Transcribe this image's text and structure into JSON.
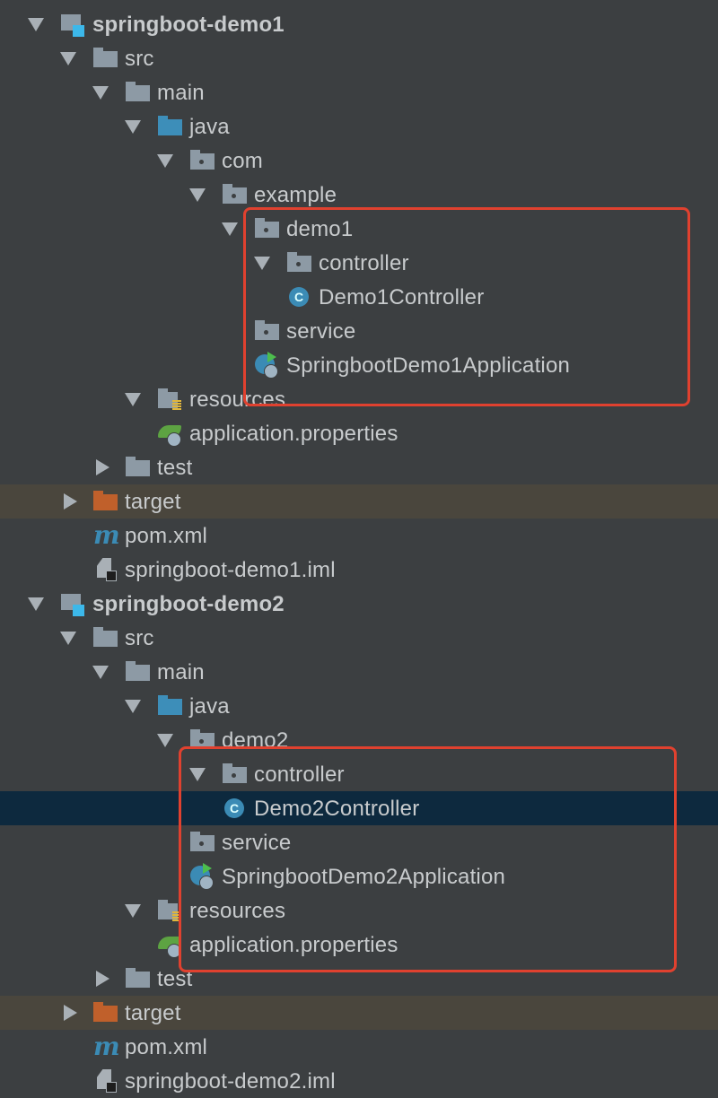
{
  "colors": {
    "highlight_box": "#e0412f",
    "selected_row": "#0d293e",
    "excluded_row": "#4a463d"
  },
  "tree": [
    {
      "level": 0,
      "arrow": "open",
      "icon": "module-icon",
      "text": "springboot-demo1",
      "bold": true
    },
    {
      "level": 1,
      "arrow": "open",
      "icon": "folder-icon",
      "text": "src"
    },
    {
      "level": 2,
      "arrow": "open",
      "icon": "folder-icon",
      "text": "main"
    },
    {
      "level": 3,
      "arrow": "open",
      "icon": "source-folder-icon",
      "text": "java"
    },
    {
      "level": 4,
      "arrow": "open",
      "icon": "package-icon",
      "text": "com"
    },
    {
      "level": 5,
      "arrow": "open",
      "icon": "package-icon",
      "text": "example"
    },
    {
      "level": 6,
      "arrow": "open",
      "icon": "package-icon",
      "text": "demo1"
    },
    {
      "level": 7,
      "arrow": "open",
      "icon": "package-icon",
      "text": "controller"
    },
    {
      "level": 8,
      "arrow": "none",
      "icon": "class-icon",
      "text": "Demo1Controller"
    },
    {
      "level": 7,
      "arrow": "none",
      "icon": "package-icon",
      "text": "service"
    },
    {
      "level": 7,
      "arrow": "none",
      "icon": "spring-boot-app-icon",
      "text": "SpringbootDemo1Application"
    },
    {
      "level": 3,
      "arrow": "open",
      "icon": "resources-folder-icon",
      "text": "resources"
    },
    {
      "level": 4,
      "arrow": "none",
      "icon": "spring-properties-icon",
      "text": "application.properties"
    },
    {
      "level": 2,
      "arrow": "closed",
      "icon": "folder-icon",
      "text": "test"
    },
    {
      "level": 1,
      "arrow": "closed",
      "icon": "excluded-folder-icon",
      "text": "target",
      "state": "excluded"
    },
    {
      "level": 1,
      "arrow": "none",
      "icon": "maven-icon",
      "text": "pom.xml"
    },
    {
      "level": 1,
      "arrow": "none",
      "icon": "iml-file-icon",
      "text": "springboot-demo1.iml"
    },
    {
      "level": 0,
      "arrow": "open",
      "icon": "module-icon",
      "text": "springboot-demo2",
      "bold": true
    },
    {
      "level": 1,
      "arrow": "open",
      "icon": "folder-icon",
      "text": "src"
    },
    {
      "level": 2,
      "arrow": "open",
      "icon": "folder-icon",
      "text": "main"
    },
    {
      "level": 3,
      "arrow": "open",
      "icon": "source-folder-icon",
      "text": "java"
    },
    {
      "level": 4,
      "arrow": "open",
      "icon": "package-icon",
      "text": "demo2"
    },
    {
      "level": 5,
      "arrow": "open",
      "icon": "package-icon",
      "text": "controller"
    },
    {
      "level": 6,
      "arrow": "none",
      "icon": "class-icon",
      "text": "Demo2Controller",
      "state": "selected"
    },
    {
      "level": 5,
      "arrow": "none",
      "icon": "package-icon",
      "text": "service"
    },
    {
      "level": 5,
      "arrow": "none",
      "icon": "spring-boot-app-icon",
      "text": "SpringbootDemo2Application"
    },
    {
      "level": 3,
      "arrow": "open",
      "icon": "resources-folder-icon",
      "text": "resources"
    },
    {
      "level": 4,
      "arrow": "none",
      "icon": "spring-properties-icon",
      "text": "application.properties"
    },
    {
      "level": 2,
      "arrow": "closed",
      "icon": "folder-icon",
      "text": "test"
    },
    {
      "level": 1,
      "arrow": "closed",
      "icon": "excluded-folder-icon",
      "text": "target",
      "state": "excluded"
    },
    {
      "level": 1,
      "arrow": "none",
      "icon": "maven-icon",
      "text": "pom.xml"
    },
    {
      "level": 1,
      "arrow": "none",
      "icon": "iml-file-icon",
      "text": "springboot-demo2.iml"
    }
  ]
}
